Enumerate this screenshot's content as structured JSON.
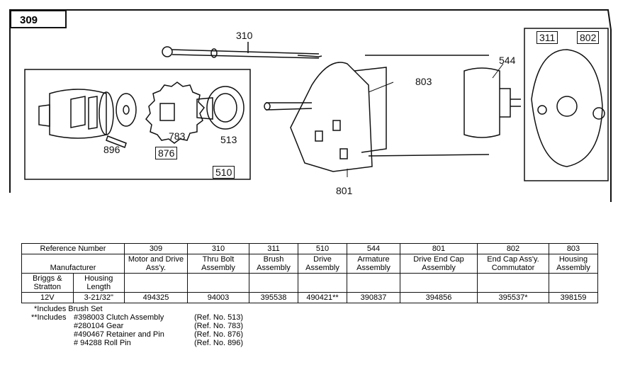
{
  "page_ref": "309",
  "labels": {
    "thru_bolt": "310",
    "brush": "311",
    "housing_cap": "802",
    "armature": "544",
    "housing": "803",
    "drive_end_cap": "801",
    "retainer": "876",
    "gear": "783",
    "clutch": "513",
    "roll_pin": "896",
    "drive_assembly": "510"
  },
  "table": {
    "ref_number_header": "Reference Number",
    "manufacturer_header": "Manufacturer",
    "col1_header": "Briggs & Stratton",
    "col2_header": "Housing Length",
    "ref_numbers": [
      "309",
      "310",
      "311",
      "510",
      "544",
      "801",
      "802",
      "803"
    ],
    "descriptions": [
      "Motor and Drive Ass'y.",
      "Thru Bolt Assembly",
      "Brush Assembly",
      "Drive Assembly",
      "Armature Assembly",
      "Drive End Cap Assembly",
      "End Cap Ass'y. Commutator",
      "Housing Assembly"
    ],
    "row": {
      "briggs": "12V",
      "length": "3-21/32\"",
      "parts": [
        "494325",
        "94003",
        "395538",
        "490421**",
        "390837",
        "394856",
        "395537*",
        "398159"
      ]
    }
  },
  "notes": {
    "single": "*Includes Brush Set",
    "double_label": "**Includes",
    "items": [
      {
        "part": "#398003 Clutch Assembly",
        "ref": "(Ref. No. 513)"
      },
      {
        "part": "#280104 Gear",
        "ref": "(Ref. No. 783)"
      },
      {
        "part": "#490467 Retainer and Pin",
        "ref": "(Ref. No. 876)"
      },
      {
        "part": "# 94288 Roll Pin",
        "ref": "(Ref. No. 896)"
      }
    ]
  }
}
